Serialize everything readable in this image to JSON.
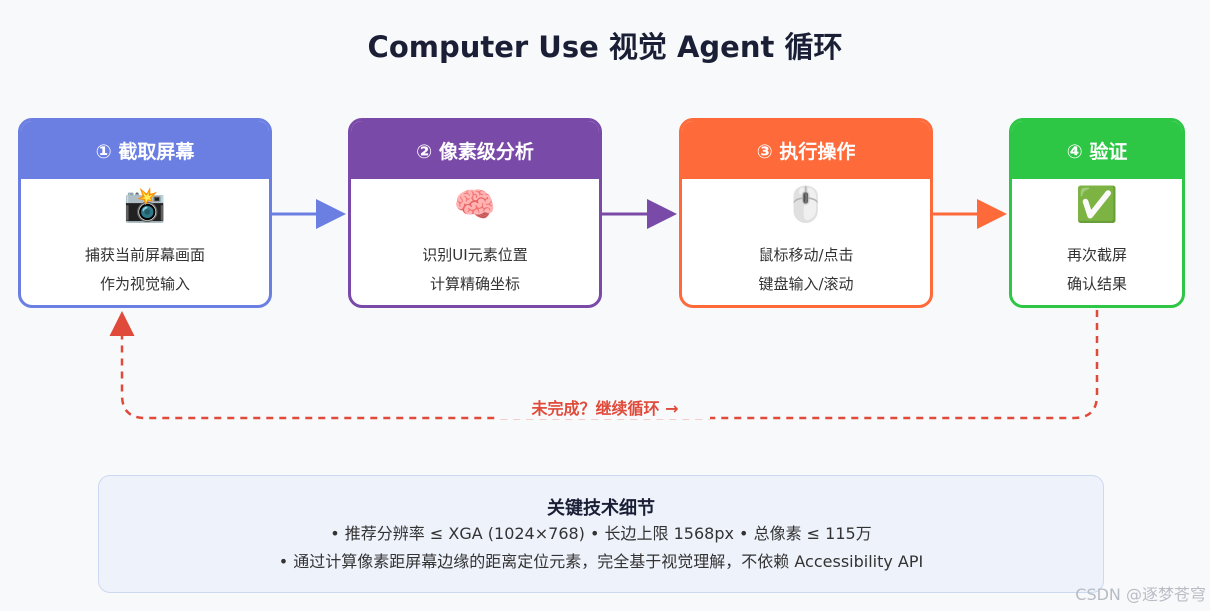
{
  "title": "Computer Use 视觉 Agent 循环",
  "steps": [
    {
      "title": "① 截取屏幕",
      "icon": "📸",
      "icon_name": "camera-flash-icon",
      "lines": [
        "捕获当前屏幕画面",
        "作为视觉输入"
      ],
      "color": "#6b7fe3"
    },
    {
      "title": "② 像素级分析",
      "icon": "🧠",
      "icon_name": "brain-icon",
      "lines": [
        "识别UI元素位置",
        "计算精确坐标"
      ],
      "color": "#7a4aa8"
    },
    {
      "title": "③ 执行操作",
      "icon": "🖱️",
      "icon_name": "mouse-icon",
      "lines": [
        "鼠标移动/点击",
        "键盘输入/滚动"
      ],
      "color": "#ff6a3a"
    },
    {
      "title": "④ 验证",
      "icon": "✅",
      "icon_name": "check-mark-icon",
      "lines": [
        "再次截屏",
        "确认结果"
      ],
      "color": "#2dc745"
    }
  ],
  "loop_label": "未完成？继续循环 →",
  "loop_color": "#e04a3a",
  "notes": {
    "title": "关键技术细节",
    "lines": [
      "• 推荐分辨率 ≤ XGA (1024×768) • 长边上限 1568px • 总像素 ≤ 115万",
      "• 通过计算像素距屏幕边缘的距离定位元素，完全基于视觉理解，不依赖 Accessibility API"
    ]
  },
  "watermark": "CSDN @逐梦苍穹"
}
